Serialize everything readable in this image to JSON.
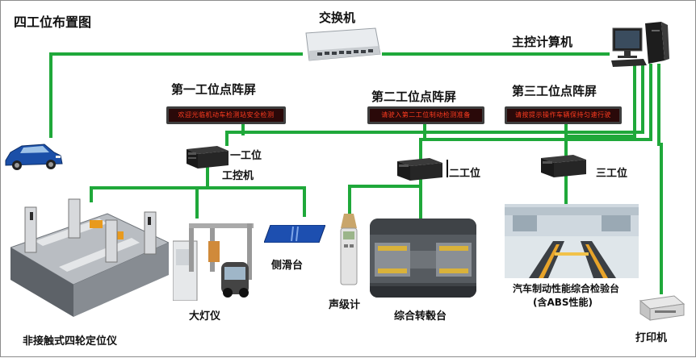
{
  "diagram": {
    "title": "四工位布置图",
    "switch_label": "交换机",
    "main_computer_label": "主控计算机",
    "led_screens": [
      {
        "label": "第一工位点阵屏",
        "text": "欢迎光临机动车检测站安全检测"
      },
      {
        "label": "第二工位点阵屏",
        "text": "请驶入第二工位制动检测准备"
      },
      {
        "label": "第三工位点阵屏",
        "text": "请按提示操作车辆保持匀速行驶"
      }
    ],
    "station1_label_line1": "一工位",
    "station1_label_line2": "工控机",
    "station2_label": "二工位",
    "station3_label": "三工位",
    "equipment": {
      "wheel_aligner": "非接触式四轮定位仪",
      "headlight_tester": "大灯仪",
      "side_slip": "侧滑台",
      "sound_meter": "声级计",
      "hub_table": "综合转毂台",
      "brake_tester_line1": "汽车制动性能综合检验台",
      "brake_tester_line2": "(含ABS性能)",
      "printer": "打印机"
    },
    "colors": {
      "wire": "#1fa83a",
      "led_text": "#ff3b1f",
      "led_bg": "#2a0909"
    }
  }
}
